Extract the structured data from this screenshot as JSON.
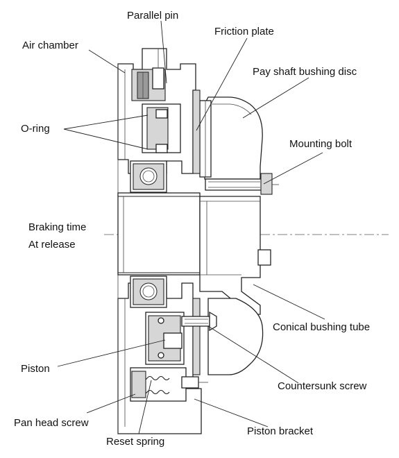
{
  "labels": {
    "parallel_pin": "Parallel pin",
    "friction_plate": "Friction plate",
    "air_chamber": "Air chamber",
    "pay_shaft_bushing_disc": "Pay shaft bushing disc",
    "o_ring": "O-ring",
    "mounting_bolt": "Mounting bolt",
    "braking_time": "Braking time",
    "at_release": "At release",
    "conical_bushing_tube": "Conical bushing tube",
    "piston": "Piston",
    "countersunk_screw": "Countersunk screw",
    "pan_head_screw": "Pan head screw",
    "piston_bracket": "Piston bracket",
    "reset_spring": "Reset spring"
  }
}
